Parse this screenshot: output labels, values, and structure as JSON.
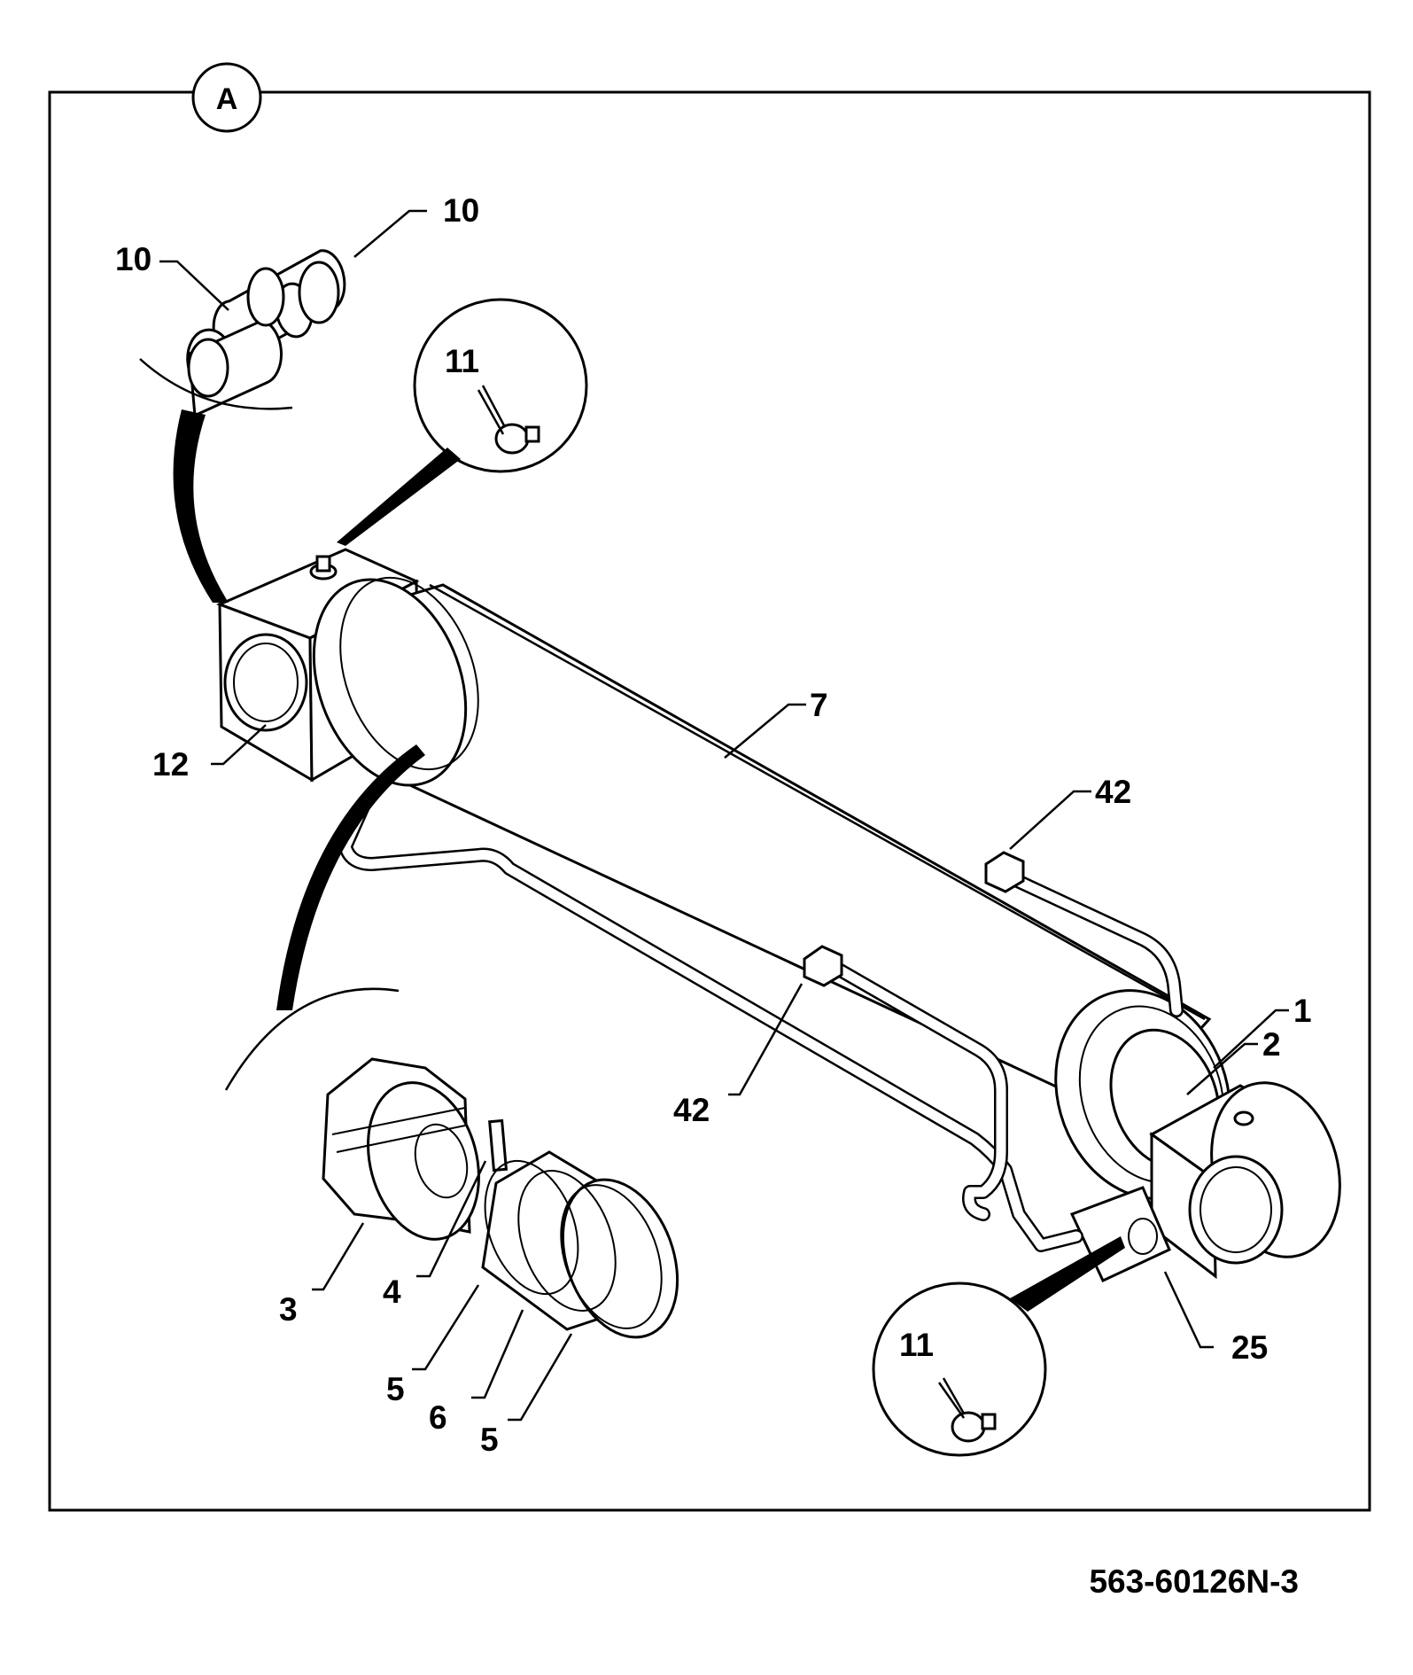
{
  "figure": {
    "view_label": "A",
    "drawing_number": "563-60126N-3"
  },
  "callouts": [
    {
      "id": "c-10a",
      "label": "10"
    },
    {
      "id": "c-10b",
      "label": "10"
    },
    {
      "id": "c-11a",
      "label": "11"
    },
    {
      "id": "c-12",
      "label": "12"
    },
    {
      "id": "c-7",
      "label": "7"
    },
    {
      "id": "c-42a",
      "label": "42"
    },
    {
      "id": "c-42b",
      "label": "42"
    },
    {
      "id": "c-1",
      "label": "1"
    },
    {
      "id": "c-2",
      "label": "2"
    },
    {
      "id": "c-3",
      "label": "3"
    },
    {
      "id": "c-4",
      "label": "4"
    },
    {
      "id": "c-5a",
      "label": "5"
    },
    {
      "id": "c-6",
      "label": "6"
    },
    {
      "id": "c-5b",
      "label": "5"
    },
    {
      "id": "c-25",
      "label": "25"
    },
    {
      "id": "c-11b",
      "label": "11"
    }
  ]
}
